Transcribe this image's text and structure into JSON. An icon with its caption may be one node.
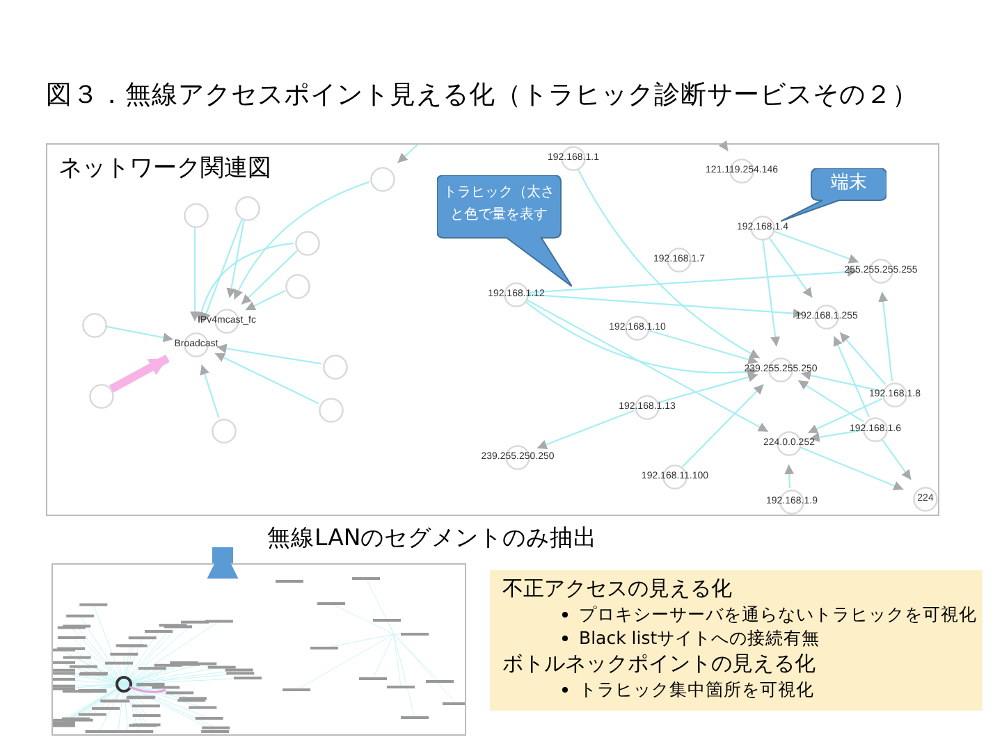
{
  "diagram": {
    "title": "図３．無線アクセスポイント見える化（トラヒック診断サービスその２）",
    "nodes": [
      {
        "text": [
          "ネットワーク関連図"
        ]
      },
      {
        "text": [
          "トラヒック（太さと色で量を表す"
        ],
        "in": 0
      },
      {
        "text": [
          "端末"
        ],
        "in": 0
      },
      {
        "text": [],
        "shape": "circle",
        "in": 0
      },
      {
        "text": [],
        "shape": "circle",
        "in": 0
      },
      {
        "text": [],
        "shape": "circle",
        "in": 0
      },
      {
        "text": [],
        "shape": "circle",
        "in": 0
      },
      {
        "text": [],
        "shape": "circle",
        "in": 0
      },
      {
        "text": [
          "IPv4mcast_fc"
        ],
        "in": 0
      },
      {
        "text": [
          "Broadcast"
        ],
        "in": 0
      },
      {
        "text": [],
        "shape": "circle",
        "in": 0
      },
      {
        "text": [],
        "shape": "circle",
        "in": 0
      },
      {
        "text": [],
        "shape": "circle",
        "in": 0
      },
      {
        "text": [],
        "shape": "circle",
        "in": 0
      },
      {
        "text": [],
        "shape": "circle",
        "in": 0
      },
      {
        "text": [
          "192.168.1.1"
        ],
        "in": 0
      },
      {
        "text": [
          "121.119.254.146"
        ],
        "in": 0
      },
      {
        "text": [
          "192.168.1.4"
        ],
        "in": 0
      },
      {
        "text": [
          "192.168.1.7"
        ],
        "in": 0
      },
      {
        "text": [
          "255.255.255.255"
        ],
        "in": 0
      },
      {
        "text": [
          "192.168.1.12"
        ],
        "in": 0
      },
      {
        "text": [
          "192.168.1.255"
        ],
        "in": 0
      },
      {
        "text": [
          "192.168.1.10"
        ],
        "in": 0
      },
      {
        "text": [
          "239.255.255.250"
        ],
        "in": 0
      },
      {
        "text": [
          "192.168.1.8"
        ],
        "in": 0
      },
      {
        "text": [
          "192.168.1.13"
        ],
        "in": 0
      },
      {
        "text": [
          "192.168.1.6"
        ],
        "in": 0
      },
      {
        "text": [
          "224.0.0.252"
        ],
        "in": 0
      },
      {
        "text": [
          "239.255.250.250"
        ],
        "in": 0
      },
      {
        "text": [
          "192.168.11.100"
        ],
        "in": 0
      },
      {
        "text": [
          "192.168.1.9"
        ],
        "in": 0
      },
      {
        "text": [
          "224"
        ],
        "in": 0
      },
      {
        "text": [],
        "shape": "picture"
      },
      {
        "text": [
          "不正アクセスの見える化",
          "プロキシーサーバを通らないトラヒックを可視化",
          "Black listサイトへの接続有無",
          "ボトルネックポイントの見える化",
          "トラヒック集中箇所を可視化"
        ]
      }
    ],
    "edges": [
      {
        "from": null,
        "to": 3,
        "arrow": "to"
      },
      {
        "from": 4,
        "to": 9,
        "arrow": "to"
      },
      {
        "from": 5,
        "to": 9,
        "arrow": "to"
      },
      {
        "from": 5,
        "to": 8,
        "arrow": "to"
      },
      {
        "from": 6,
        "to": 9,
        "arrow": "to"
      },
      {
        "from": 6,
        "to": 8,
        "arrow": "to"
      },
      {
        "from": 7,
        "to": 8,
        "arrow": "to"
      },
      {
        "from": 3,
        "to": 8,
        "arrow": "to"
      },
      {
        "from": 10,
        "to": 9,
        "arrow": "to"
      },
      {
        "from": 11,
        "to": 9,
        "arrow": "to",
        "style": "thick",
        "color": "#f7b3e6"
      },
      {
        "from": 12,
        "to": 9,
        "arrow": "to"
      },
      {
        "from": 13,
        "to": 9,
        "arrow": "to"
      },
      {
        "from": 14,
        "to": 9,
        "arrow": "to"
      },
      {
        "from": null,
        "to": 16,
        "arrow": "to"
      },
      {
        "from": 15,
        "to": 23,
        "arrow": "to"
      },
      {
        "from": 17,
        "to": 19,
        "arrow": "to"
      },
      {
        "from": 17,
        "to": 21,
        "arrow": "to"
      },
      {
        "from": 17,
        "to": 23,
        "arrow": "to"
      },
      {
        "from": 20,
        "to": 19,
        "arrow": "to"
      },
      {
        "from": 20,
        "to": 21,
        "arrow": "to"
      },
      {
        "from": 20,
        "to": 23,
        "arrow": "to"
      },
      {
        "from": 20,
        "to": 27,
        "arrow": "to"
      },
      {
        "from": 22,
        "to": 23,
        "arrow": "to"
      },
      {
        "from": 25,
        "to": 23,
        "arrow": "to"
      },
      {
        "from": 25,
        "to": 28,
        "arrow": "to"
      },
      {
        "from": 29,
        "to": 23,
        "arrow": "to"
      },
      {
        "from": 30,
        "to": 27,
        "arrow": "to"
      },
      {
        "from": 24,
        "to": 19,
        "arrow": "to"
      },
      {
        "from": 24,
        "to": 21,
        "arrow": "to"
      },
      {
        "from": 24,
        "to": 23,
        "arrow": "to"
      },
      {
        "from": 24,
        "to": 27,
        "arrow": "to"
      },
      {
        "from": 26,
        "to": 21,
        "arrow": "to"
      },
      {
        "from": 26,
        "to": 23,
        "arrow": "to"
      },
      {
        "from": 26,
        "to": 27,
        "arrow": "to"
      },
      {
        "from": 26,
        "to": 31,
        "arrow": "to"
      },
      {
        "from": 27,
        "to": 31,
        "arrow": "to"
      },
      {
        "from": 32,
        "to": 0,
        "arrow": "to",
        "label": "無線LANのセグメントのみ抽出",
        "style": "thick",
        "color": "#5b9bd5"
      }
    ]
  }
}
